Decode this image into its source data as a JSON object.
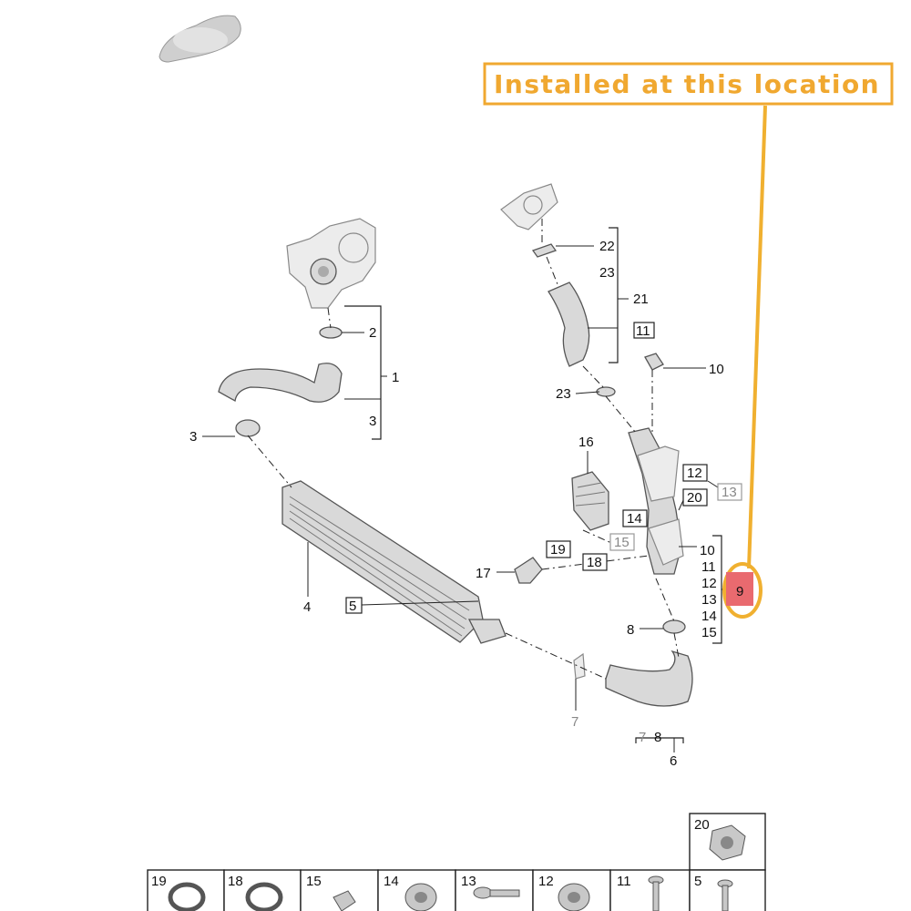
{
  "callout": {
    "text": "Installed at this location"
  },
  "highlight": {
    "label": "9",
    "fill": "#e96a6f",
    "ring": "#f0b030"
  },
  "accent": "#f0a830",
  "labels": {
    "p1": "1",
    "p2": "2",
    "p3a": "3",
    "p3b": "3",
    "p4": "4",
    "p5": "5",
    "p6": "6",
    "p7a": "7",
    "p7b": "7",
    "p8a": "8",
    "p8b": "8",
    "p10a": "10",
    "p10b": "10",
    "p11a": "11",
    "p11b": "11",
    "p12a": "12",
    "p12b": "12",
    "p13a": "13",
    "p13b": "13",
    "p14a": "14",
    "p14b": "14",
    "p15a": "15",
    "p15b": "15",
    "p16": "16",
    "p17": "17",
    "p18": "18",
    "p19": "19",
    "p20": "20",
    "p21": "21",
    "p22": "22",
    "p23a": "23",
    "p23b": "23"
  },
  "thumbnails": [
    {
      "label": "19",
      "icon": "hose-clamp-icon"
    },
    {
      "label": "18",
      "icon": "hose-clamp-icon"
    },
    {
      "label": "15",
      "icon": "plug-icon"
    },
    {
      "label": "14",
      "icon": "grommet-icon"
    },
    {
      "label": "13",
      "icon": "screw-icon"
    },
    {
      "label": "12",
      "icon": "grommet-icon"
    },
    {
      "label": "11",
      "icon": "bolt-icon"
    },
    {
      "label": "5",
      "icon": "bolt-icon"
    }
  ],
  "thumb_top": {
    "label": "20",
    "icon": "nut-icon"
  }
}
